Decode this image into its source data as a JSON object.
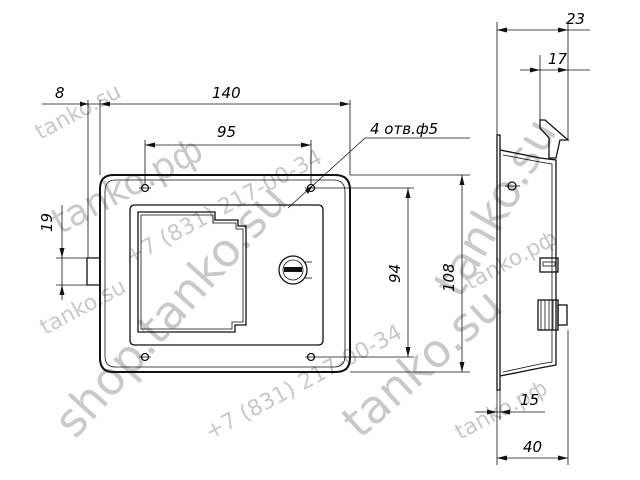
{
  "dimensions": {
    "overall_width": "140",
    "hole_spacing_horizontal": "95",
    "offset_left": "8",
    "handle_height": "19",
    "hole_spacing_vertical": "94",
    "overall_height": "108",
    "holes_note": "4 отв.ф5",
    "side_depth_total": "23",
    "side_depth_body": "17",
    "side_flange": "15",
    "side_base": "40"
  },
  "watermarks": {
    "site_su": "tanko.su",
    "site_rf": "tanko.рф",
    "phone": "+7 (831) 217-00-34",
    "shop": "shop.tanko.su"
  },
  "colors": {
    "line": "#111111",
    "watermark": "#c9c9c9",
    "background": "#ffffff"
  }
}
